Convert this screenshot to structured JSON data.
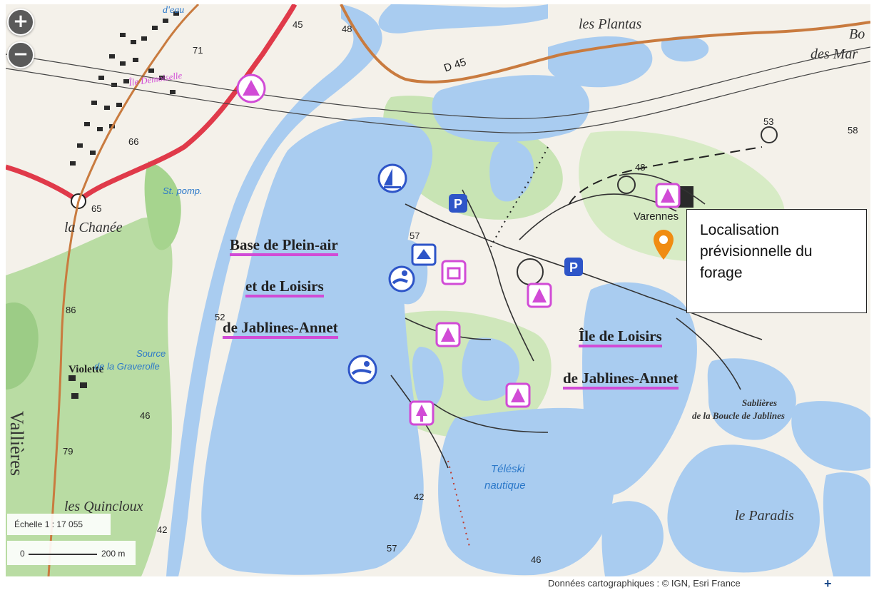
{
  "controls": {
    "zoom_in": "+",
    "zoom_out": "−"
  },
  "callout": {
    "line1": "Localisation",
    "line2": "prévisionnelle du",
    "line3": "forage"
  },
  "scale": {
    "ratio": "Échelle 1 : 17 055",
    "start": "0",
    "end": "200 m"
  },
  "attribution": {
    "text": "Données cartographiques : © IGN, Esri France",
    "more": "+"
  },
  "labels": {
    "base1": "Base de Plein-air",
    "base2": "et de Loisirs",
    "base3": "de Jablines-Annet",
    "ile1": "Île de Loisirs",
    "ile2": "de Jablines-Annet",
    "les_plantas": "les Plantas",
    "varennes": "Varennes",
    "la_chanee": "la Chanée",
    "violette": "Violette",
    "les_quincloux": "les Quincloux",
    "le_paradis": "le Paradis",
    "sablieres1": "Sablières",
    "sablieres2": "de la Boucle de Jablines",
    "teleski1": "Téléski",
    "teleski2": "nautique",
    "source1": "Source",
    "source2": "de la Graverolle",
    "st_pomp": "St. pomp.",
    "d45": "D 45",
    "ile_demoiselle": "Île Demoiselle",
    "d_eau": "d'eau",
    "bo": "Bo",
    "des_mar": "des Mar",
    "vallieres": "Vallières",
    "n48a": "48",
    "n45": "45",
    "n71": "71",
    "n66": "66",
    "n65": "65",
    "n86": "86",
    "n52": "52",
    "n46a": "46",
    "n79": "79",
    "n42a": "42",
    "n57a": "57",
    "n42b": "42",
    "n57b": "57",
    "n46b": "46",
    "n48b": "48",
    "n53": "53",
    "n58": "58"
  },
  "colors": {
    "water": "#a9ccf0",
    "forest": "#b9dca3",
    "road_main": "#e03a4a",
    "road_secondary": "#c97b3f",
    "leisure": "#d14bd6",
    "poi_blue": "#2e55c8",
    "marker": "#f08c12"
  },
  "icons": [
    "sailing-icon",
    "parking-icon",
    "swimming-icon",
    "camping-icon",
    "marker-icon",
    "zoom-in-icon",
    "zoom-out-icon"
  ]
}
